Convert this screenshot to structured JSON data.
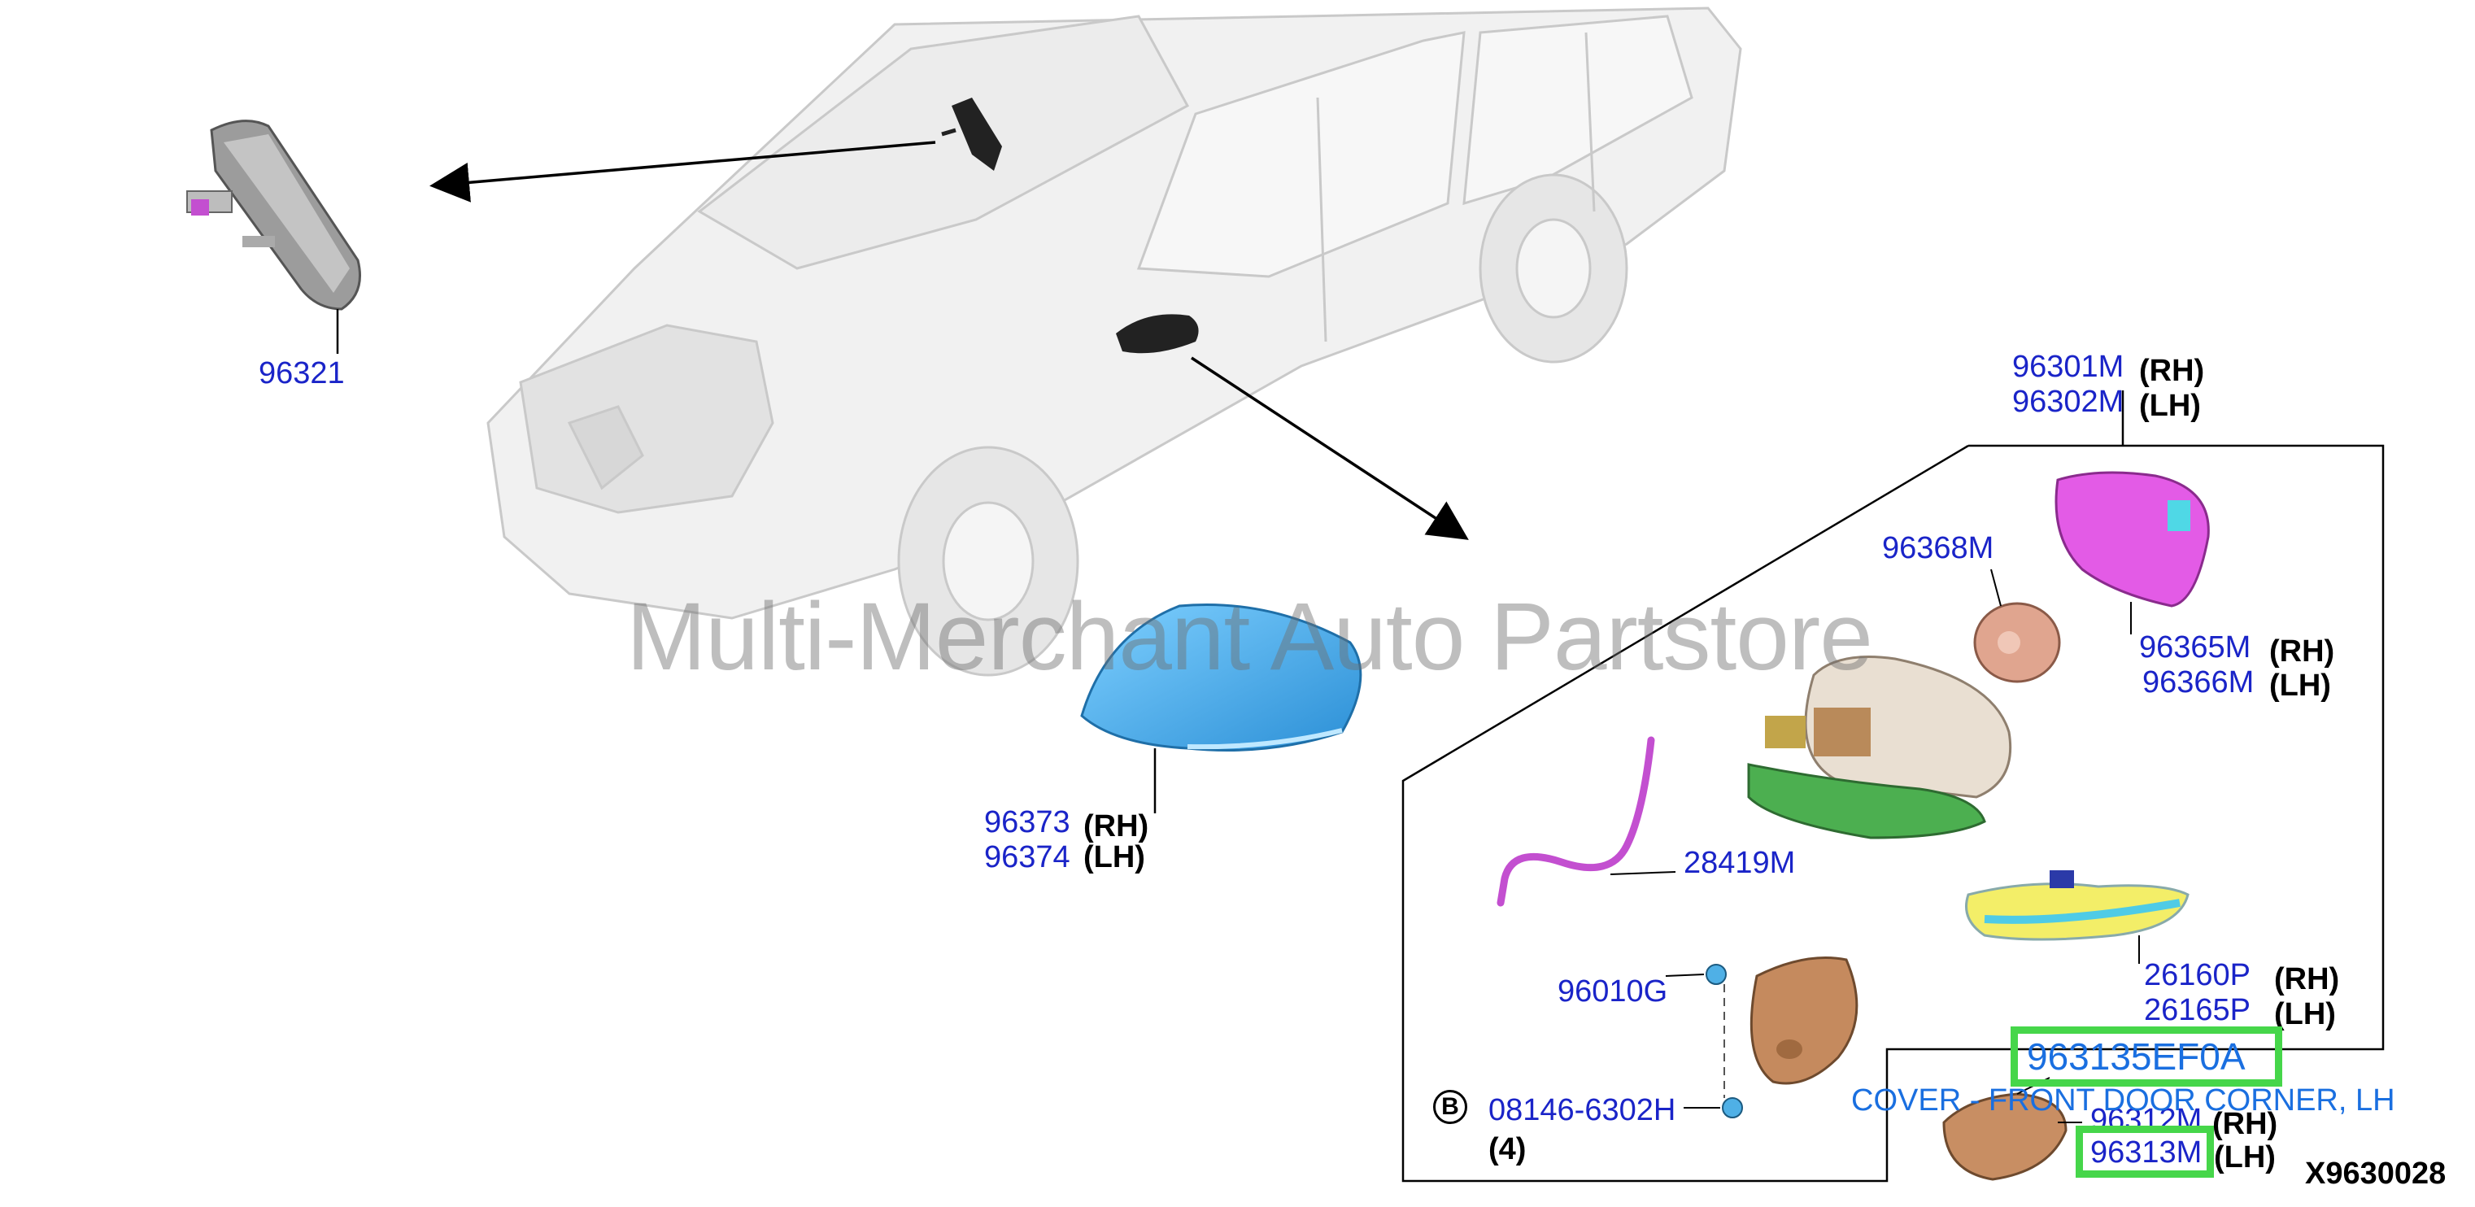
{
  "watermark": "Multi-Merchant Auto Partstore",
  "diagram_code": "X9630028",
  "callouts": {
    "rear_mirror": {
      "part": "96321"
    },
    "cover_outer": {
      "part_rh": "96373",
      "part_lh": "96374",
      "rh": "(RH)",
      "lh": "(LH)"
    },
    "mirror_assy": {
      "part_rh": "96301M",
      "part_lh": "96302M",
      "rh": "(RH)",
      "lh": "(LH)"
    },
    "actuator": {
      "part": "96368M"
    },
    "glass": {
      "part_rh": "96365M",
      "part_lh": "96366M",
      "rh": "(RH)",
      "lh": "(LH)"
    },
    "harness": {
      "part": "28419M"
    },
    "turn_lamp": {
      "part_rh": "26160P",
      "part_lh": "26165P",
      "rh": "(RH)",
      "lh": "(LH)"
    },
    "screw": {
      "part": "96010G"
    },
    "bolt": {
      "symbol": "B",
      "part": "08146-6302H",
      "qty": "(4)"
    },
    "corner_cover": {
      "part_rh": "96312M",
      "part_lh": "96313M",
      "rh": "(RH)",
      "lh": "(LH)"
    }
  },
  "highlight": {
    "part_number": "963135EF0A",
    "description": "COVER - FRONT DOOR CORNER, LH"
  },
  "colors": {
    "part_number": "#1a24c8",
    "highlight_border": "#46d64a",
    "highlight_text": "#1a6fe0",
    "cover_blue": "#3fa9e8",
    "glass_magenta": "#e35be6",
    "harness_magenta": "#c34fd0",
    "housing_green": "#4caf50",
    "bracket_brown": "#c58a5e"
  }
}
